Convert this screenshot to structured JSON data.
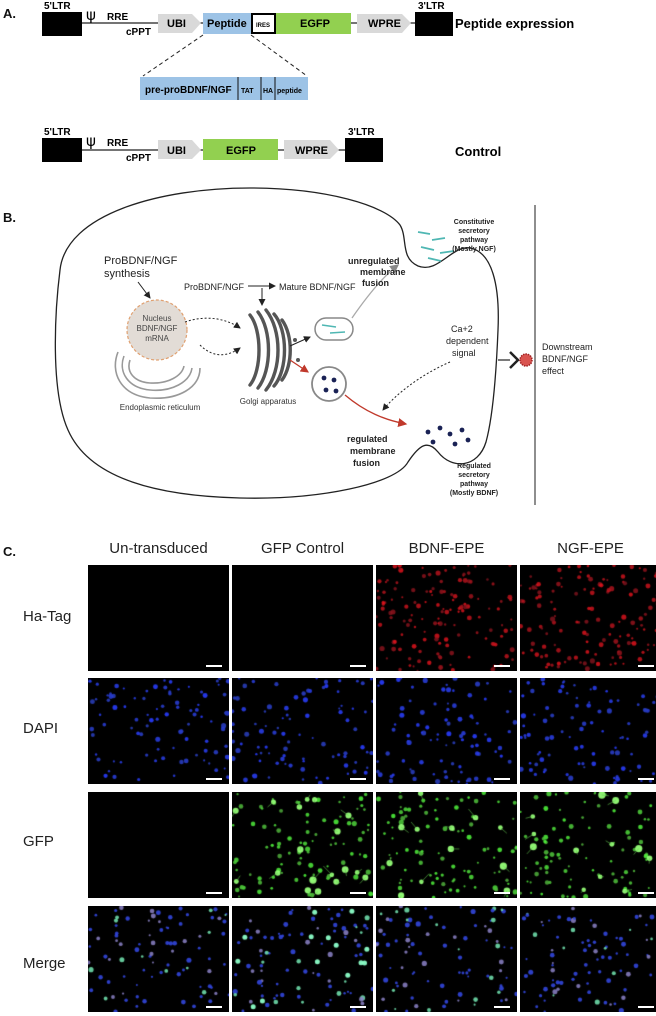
{
  "panels": {
    "a_letter": "A.",
    "b_letter": "B.",
    "c_letter": "C."
  },
  "construct_peptide": {
    "ltr5": "5'LTR",
    "psi": "ψ",
    "rre": "RRE",
    "cppt": "cPPT",
    "ubi": "UBI",
    "peptide": "Peptide",
    "ires": "IRES",
    "egfp": "EGFP",
    "wpre": "WPRE",
    "ltr3": "3'LTR",
    "label": "Peptide expression",
    "insert": {
      "pre": "pre-proBDNF/NGF",
      "tat": "TAT",
      "ha": "HA",
      "peptide": "peptide"
    }
  },
  "construct_control": {
    "ltr5": "5'LTR",
    "psi": "ψ",
    "rre": "RRE",
    "cppt": "cPPT",
    "ubi": "UBI",
    "egfp": "EGFP",
    "wpre": "WPRE",
    "ltr3": "3'LTR",
    "label": "Control"
  },
  "cell_diagram": {
    "synthesis_line1": "ProBDNF/NGF",
    "synthesis_line2": "synthesis",
    "nucleus_line1": "Nucleus",
    "nucleus_line2": "BDNF/NGF",
    "nucleus_line3": "mRNA",
    "er_label": "Endoplasmic reticulum",
    "probdnf": "ProBDNF/NGF",
    "mature": "Mature BDNF/NGF",
    "golgi_label": "Golgi apparatus",
    "unreg_line1": "unregulated",
    "unreg_line2": "membrane",
    "unreg_line3": "fusion",
    "reg_line1": "regulated",
    "reg_line2": "membrane",
    "reg_line3": "fusion",
    "constit_line1": "Constitutive",
    "constit_line2": "secretory",
    "constit_line3": "pathway",
    "constit_line4": "(Mostly NGF)",
    "regsec_line1": "Regulated",
    "regsec_line2": "secretory",
    "regsec_line3": "pathway",
    "regsec_line4": "(Mostly BDNF)",
    "ca_line1": "Ca+2",
    "ca_line2": "dependent",
    "ca_line3": "signal",
    "down_line1": "Downstream",
    "down_line2": "BDNF/NGF",
    "down_line3": "effect"
  },
  "microscopy": {
    "conditions": [
      "Un-transduced",
      "GFP Control",
      "BDNF-EPE",
      "NGF-EPE"
    ],
    "rows": [
      {
        "label": "Ha-Tag",
        "channel": "red"
      },
      {
        "label": "DAPI",
        "channel": "blue"
      },
      {
        "label": "GFP",
        "channel": "green"
      },
      {
        "label": "Merge",
        "channel": "merge"
      }
    ],
    "signal_present": [
      [
        false,
        false,
        true,
        true
      ],
      [
        true,
        true,
        true,
        true
      ],
      [
        false,
        true,
        true,
        true
      ],
      [
        true,
        true,
        true,
        true
      ]
    ]
  },
  "colors": {
    "peptide_box": "#9dc3e6",
    "egfp_box": "#92d050",
    "grey_box": "#d9d9d9",
    "ltr_box": "#000000",
    "teal": "#4fb7b3",
    "navy": "#1a2255",
    "red_arrow": "#c0392b",
    "receptor_red": "#d9534f"
  }
}
